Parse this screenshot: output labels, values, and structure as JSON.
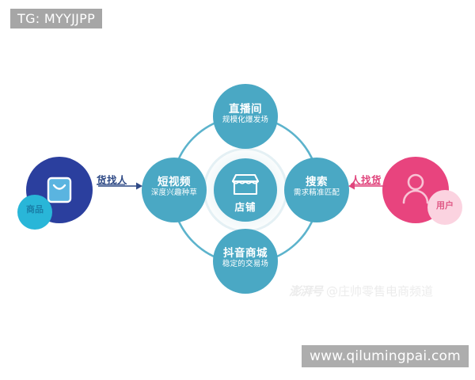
{
  "overlay": {
    "tg_tag": "TG: MYYJJPP",
    "url_tag": "www.qilumingpai.com",
    "watermark_logo": "澎湃号",
    "watermark_account": "@庄帅零售电商频道"
  },
  "colors": {
    "teal": "#4aa8c4",
    "teal_ring": "#5cb3cc",
    "teal_halo": "#e8f3f6",
    "deep_blue": "#2b3f9e",
    "bag_icon": "#5ab4e0",
    "badge_goods": "#29b6d8",
    "pink": "#e8447e",
    "badge_user": "#fbd3e0",
    "arrow_blue": "#2f4a86",
    "arrow_pink": "#e0447c",
    "tag_gray": "#a6a6a6",
    "url_gray": "#adadad",
    "watermark_gray": "#ececec"
  },
  "diagram": {
    "center": {
      "id": "shop",
      "title": "店铺",
      "icon": "storefront-icon"
    },
    "nodes": [
      {
        "id": "livestream",
        "position": "top",
        "title": "直播间",
        "subtitle": "规模化爆发场"
      },
      {
        "id": "shortvideo",
        "position": "left",
        "title": "短视频",
        "subtitle": "深度兴趣种草"
      },
      {
        "id": "search",
        "position": "right",
        "title": "搜索",
        "subtitle": "需求精准匹配"
      },
      {
        "id": "mall",
        "position": "bottom",
        "title": "抖音商城",
        "subtitle": "稳定的交易场"
      }
    ],
    "left_entity": {
      "id": "goods",
      "icon": "shopping-bag-icon",
      "badge": "商品"
    },
    "right_entity": {
      "id": "user",
      "icon": "person-icon",
      "badge": "用户"
    },
    "flows": [
      {
        "id": "goods-to-shop",
        "label": "货找人",
        "direction": "right",
        "color": "#2f4a86"
      },
      {
        "id": "user-to-shop",
        "label": "人找货",
        "direction": "left",
        "color": "#e0447c"
      }
    ]
  }
}
